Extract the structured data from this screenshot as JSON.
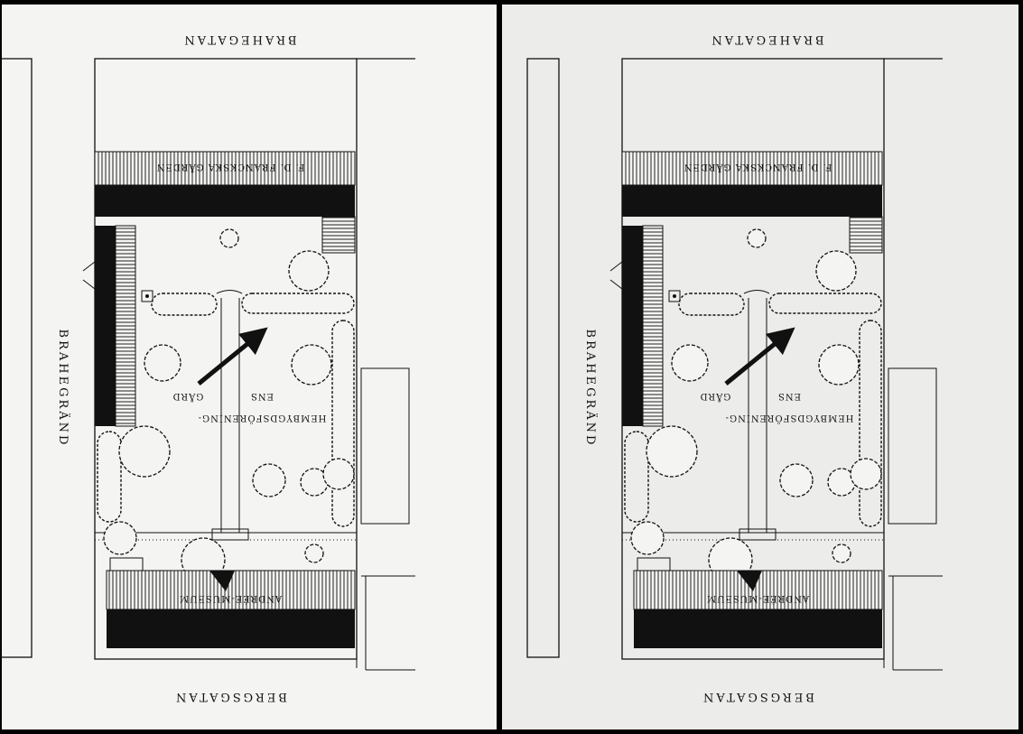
{
  "map": {
    "street_top": "BRAHEGATAN",
    "street_bottom": "BERGSGATAN",
    "street_side": "BRAHEGRÄND",
    "building_top": "F. D. FRANCKSKA GÅRDEN",
    "building_bottom": "ANDRÉE-MUSEUM",
    "yard_line1": "HEMBYGDSFÖRENING-",
    "yard_line2": "ENS",
    "yard_line3": "GÅRD"
  },
  "colors": {
    "paper": "#f4f4f2",
    "paper2": "#ececea",
    "ink": "#111111",
    "frame": "#000000"
  }
}
